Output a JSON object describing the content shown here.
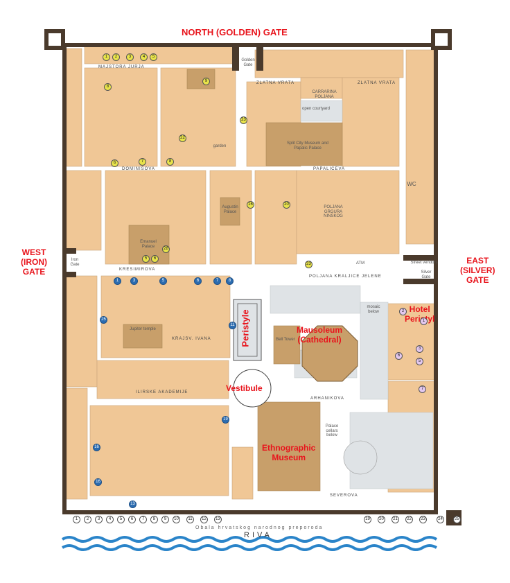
{
  "labels": {
    "north_gate": "NORTH (GOLDEN) GATE",
    "west_gate": "WEST\n(IRON)\nGATE",
    "east_gate": "EAST\n(SILVER)\nGATE",
    "peristyle": "Peristyle",
    "mausoleum": "Mausoleum\n(Cathedral)",
    "hotel": "Hotel\nPeristyl",
    "vestibule": "Vestibule",
    "museum": "Ethnographic\nMuseum"
  },
  "streets": {
    "majstora_jurja": "MAJSTORA JURJA",
    "zlatna_vrata": "ZLATNA VRATA",
    "zlatna_vrata_2": "ZLATNA VRATA",
    "dominisova": "DOMINISOVA",
    "papaliceva": "PAPALICEVA",
    "kresimirova": "KRESIMIROVA",
    "poljana_kraljice": "POLJANA KRALJICE JELENE",
    "krajsv_ivana": "KRAJSV. IVANA",
    "ilirske_akademije": "ILIRSKE AKADEMIJE",
    "arhanikova": "ARHANIKOVA",
    "severova": "SEVEROVA",
    "obala": "Obala hrvatskog narodnog preporoda",
    "riva": "RIVA"
  },
  "places": {
    "golden_gate": "Golden Gate",
    "iron_gate": "Iron Gate",
    "carrarina_poljana": "CARRARINA POLJANA",
    "museum_palace": "Split City Museum and Papalic Palace",
    "garden": "garden",
    "poljana_grgura": "POLJANA GRGURA NINSKOG",
    "augustin_palace": "Augustin Palace",
    "emanuel_palace": "Emanuel Palace",
    "jupiter_temple": "Jupiter temple",
    "bell_tower": "Bell Tower",
    "open_courtyard": "open courtyard",
    "mosaic_below": "mosaic below",
    "silver_gate": "Silver Gate",
    "street_vendors": "Street vendors",
    "wc": "WC",
    "atm": "ATM",
    "palace_cellars": "Palace cellars below"
  },
  "colors": {
    "building": "#f0c796",
    "wall": "#4a3a2c",
    "courtyard": "#dfe3e6",
    "museum": "#c89f6a",
    "red_label": "#e8141c",
    "sea": "#2a84c9"
  }
}
